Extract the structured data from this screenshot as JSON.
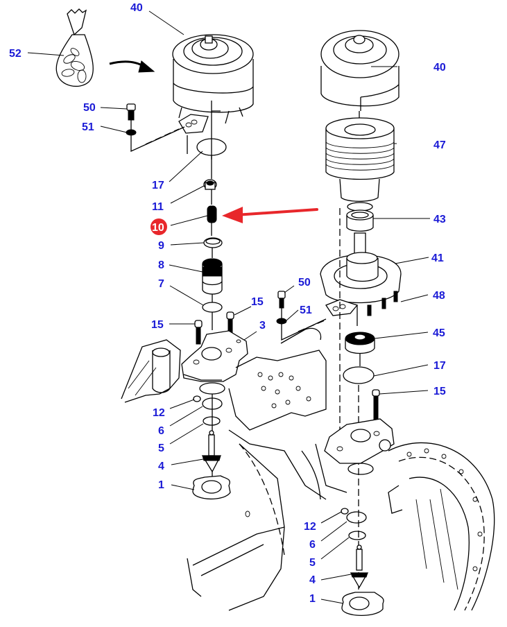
{
  "diagram": {
    "type": "exploded-parts-diagram",
    "colors": {
      "callout_text": "#1a1ad6",
      "highlight": "#e8272b",
      "line": "#000000",
      "background": "#ffffff"
    },
    "highlighted_part": "10",
    "callouts": [
      {
        "id": "c52",
        "label": "52",
        "part": "bag-of-fasteners"
      },
      {
        "id": "c40a",
        "label": "40",
        "part": "filter-cover-assembled"
      },
      {
        "id": "c40b",
        "label": "40",
        "part": "filter-cover"
      },
      {
        "id": "c50a",
        "label": "50",
        "part": "bolt"
      },
      {
        "id": "c51a",
        "label": "51",
        "part": "washer"
      },
      {
        "id": "c47",
        "label": "47",
        "part": "filter-element"
      },
      {
        "id": "c17a",
        "label": "17",
        "part": "o-ring"
      },
      {
        "id": "c11",
        "label": "11",
        "part": "plug"
      },
      {
        "id": "c10",
        "label": "10",
        "part": "spring"
      },
      {
        "id": "c43",
        "label": "43",
        "part": "bushing"
      },
      {
        "id": "c9",
        "label": "9",
        "part": "seal-ring"
      },
      {
        "id": "c41",
        "label": "41",
        "part": "filter-housing"
      },
      {
        "id": "c8",
        "label": "8",
        "part": "valve"
      },
      {
        "id": "c7",
        "label": "7",
        "part": "o-ring"
      },
      {
        "id": "c50b",
        "label": "50",
        "part": "bolt"
      },
      {
        "id": "c48",
        "label": "48",
        "part": "screw"
      },
      {
        "id": "c15a",
        "label": "15",
        "part": "bolt"
      },
      {
        "id": "c51b",
        "label": "51",
        "part": "washer"
      },
      {
        "id": "c15b",
        "label": "15",
        "part": "bolt"
      },
      {
        "id": "c3",
        "label": "3",
        "part": "valve-housing"
      },
      {
        "id": "c45",
        "label": "45",
        "part": "valve"
      },
      {
        "id": "c17b",
        "label": "17",
        "part": "o-ring"
      },
      {
        "id": "c15c",
        "label": "15",
        "part": "bolt"
      },
      {
        "id": "c12a",
        "label": "12",
        "part": "o-ring-small"
      },
      {
        "id": "c6a",
        "label": "6",
        "part": "o-ring"
      },
      {
        "id": "c5a",
        "label": "5",
        "part": "seal-ring"
      },
      {
        "id": "c4a",
        "label": "4",
        "part": "pin"
      },
      {
        "id": "c1a",
        "label": "1",
        "part": "gasket"
      },
      {
        "id": "c12b",
        "label": "12",
        "part": "o-ring-small"
      },
      {
        "id": "c6b",
        "label": "6",
        "part": "o-ring"
      },
      {
        "id": "c5b",
        "label": "5",
        "part": "seal-ring"
      },
      {
        "id": "c4b",
        "label": "4",
        "part": "pin"
      },
      {
        "id": "c1b",
        "label": "1",
        "part": "gasket"
      }
    ]
  }
}
